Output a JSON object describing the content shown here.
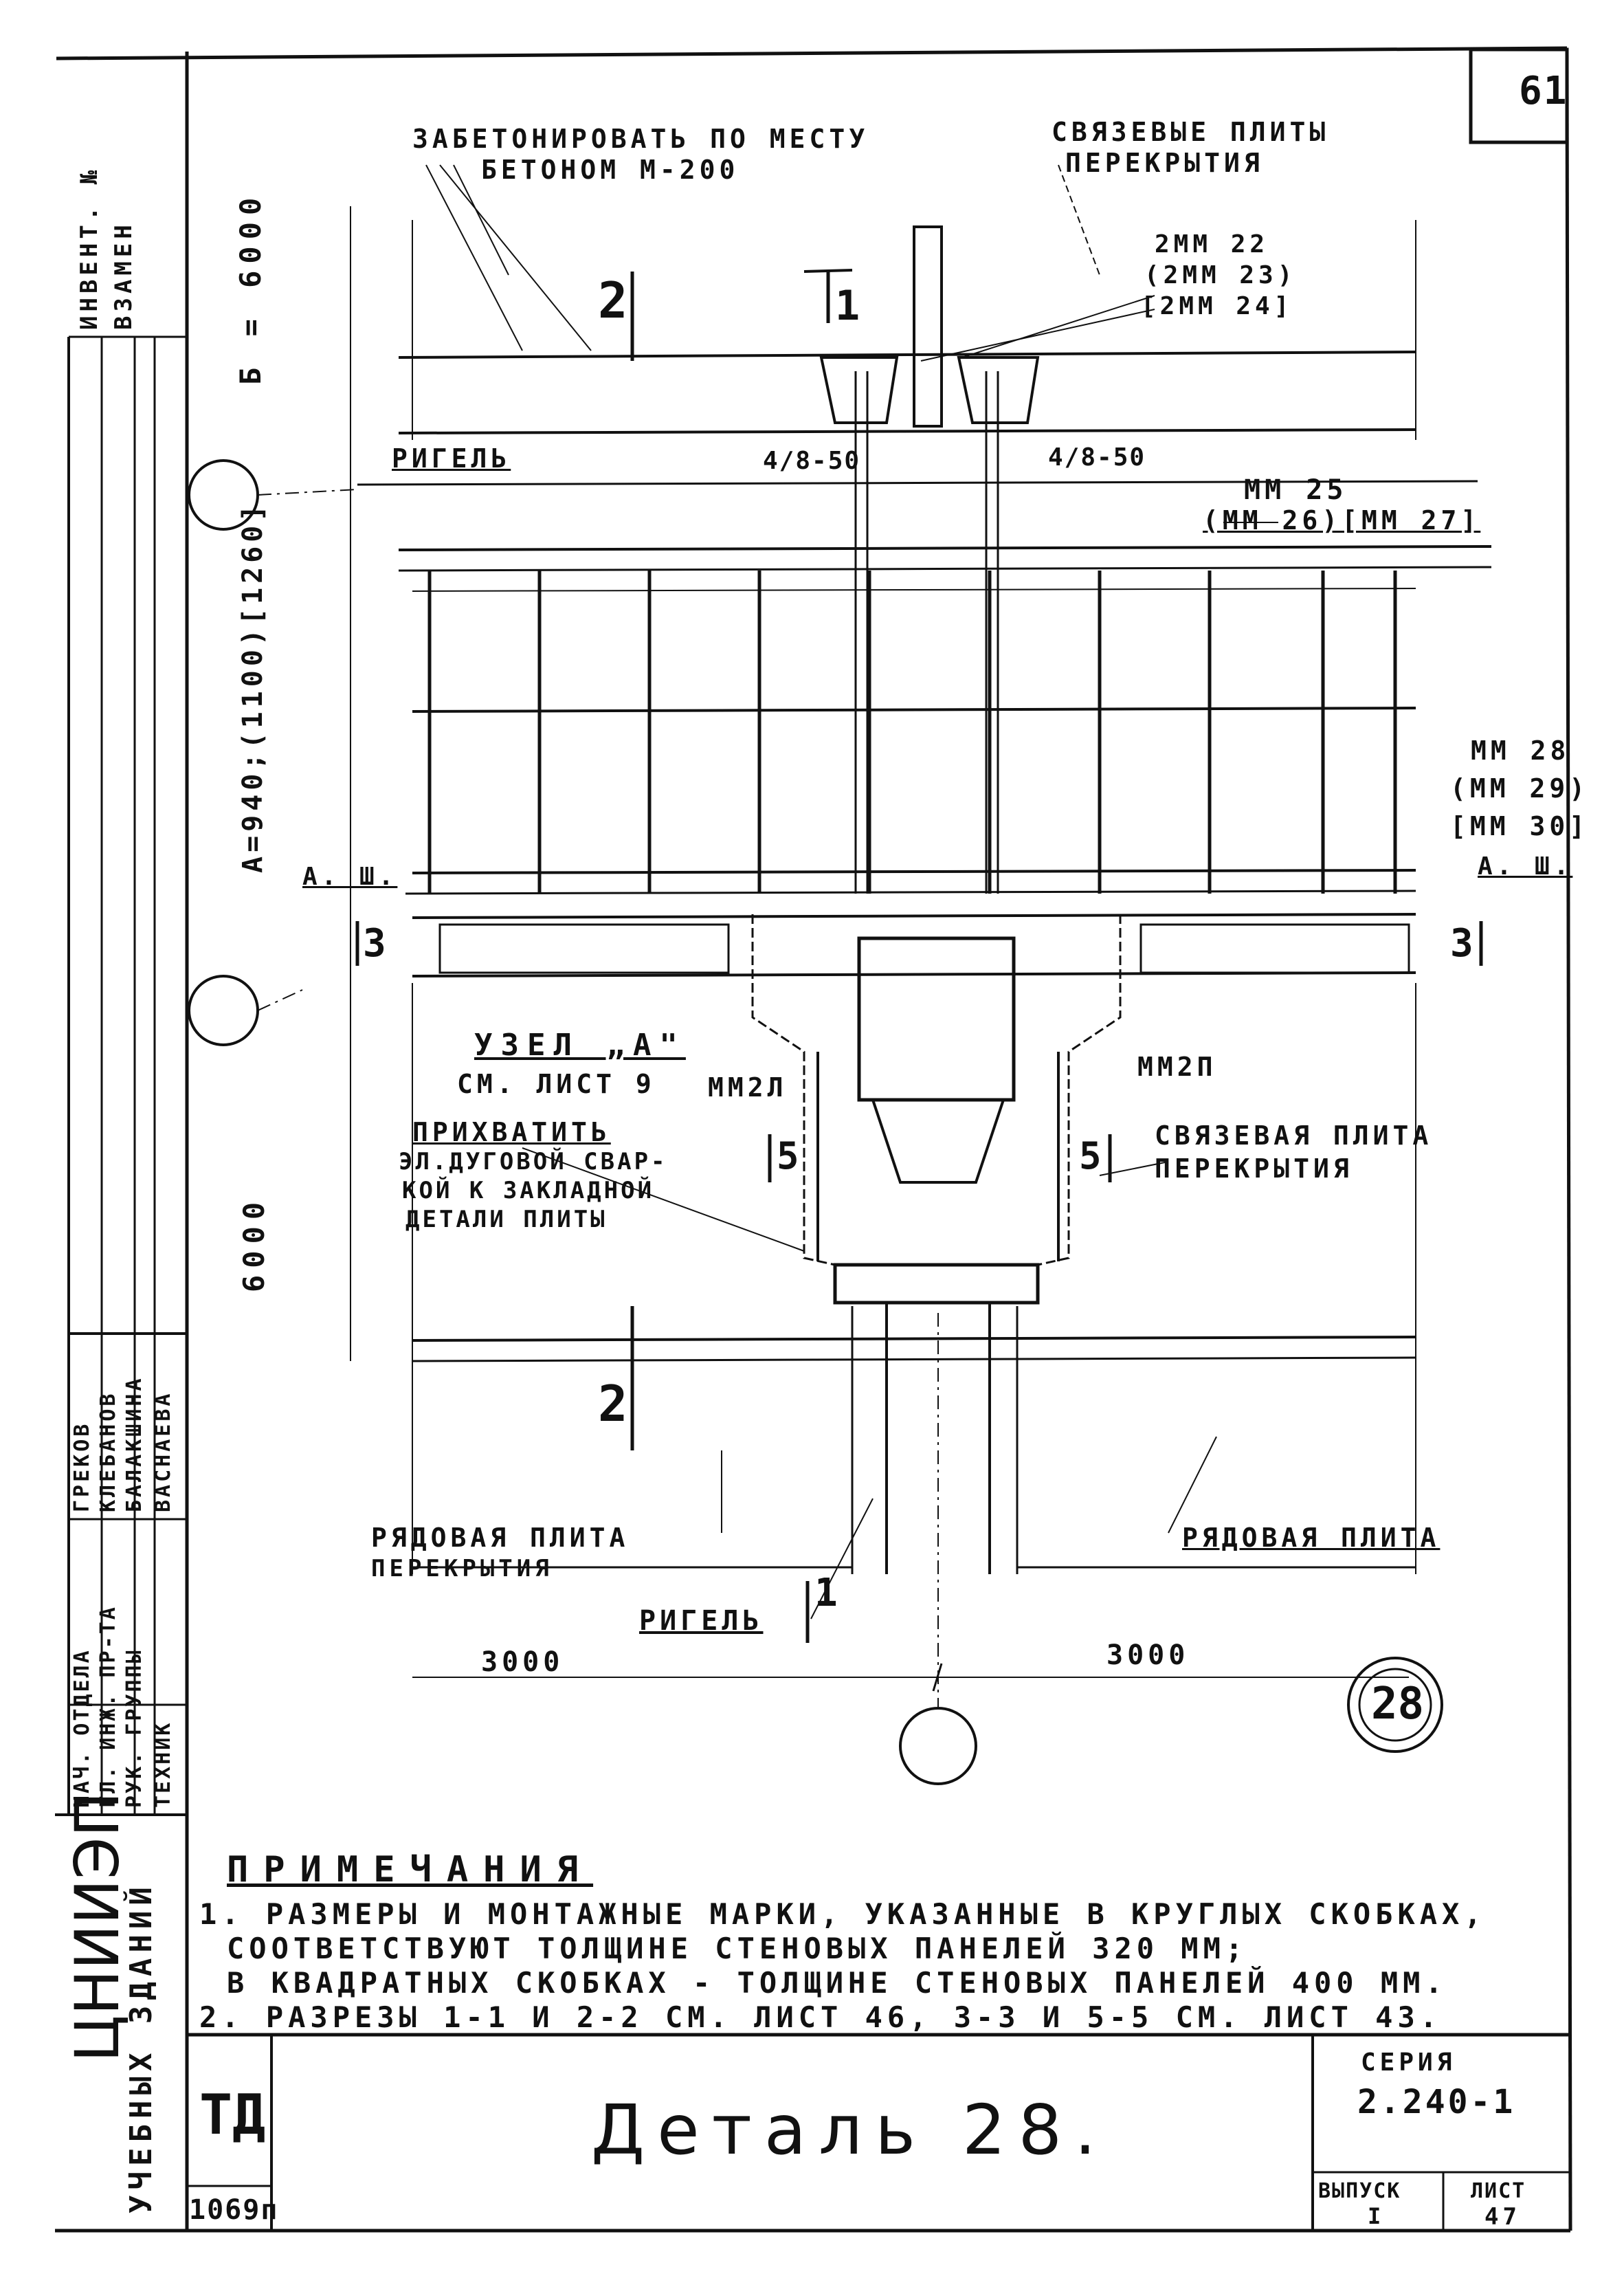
{
  "sheet": {
    "page_number": "61",
    "detail_number": "28",
    "stamp_td": "ТД",
    "stamp_inv": "1069п"
  },
  "labels": {
    "zabetonirovat_1": "ЗАБЕТОНИРОВАТЬ ПО МЕСТУ",
    "zabetonirovat_2": "БЕТОНОМ М-200",
    "svyazevye_1": "СВЯЗЕВЫЕ ПЛИТЫ",
    "svyazevye_2": "ПЕРЕКРЫТИЯ",
    "mark_mm22_a": "2ММ 22",
    "mark_mm22_b": "(2ММ 23)",
    "mark_mm22_c": "[2ММ 24]",
    "section_2_top": "2",
    "section_1_top": "1",
    "rigel_top": "РИГЕЛЬ",
    "frac_left": "4/8-50",
    "frac_right": "4/8-50",
    "mark_mm25_a": "ММ 25",
    "mark_mm25_b": "(ММ 26)[ММ 27]",
    "mark_mm28_a": "ММ 28",
    "mark_mm28_b": "(ММ 29)",
    "mark_mm28_c": "[ММ 30]",
    "dim_a_right": "А. Ш.",
    "dim_a_left": "А. Ш.",
    "section_3_left": "3",
    "section_3_right": "3",
    "uzel_1": "УЗЕЛ „А\"",
    "uzel_2": "СМ. ЛИСТ 9",
    "mm2l": "ММ2Л",
    "mm2p": "ММ2П",
    "prihvatit_1": "ПРИХВАТИТЬ",
    "prihvatit_2": "ЭЛ.ДУГОВОЙ СВАР-",
    "prihvatit_3": "КОЙ К ЗАКЛАДНОЙ",
    "prihvatit_4": "ДЕТАЛИ ПЛИТЫ",
    "section_5_left": "5",
    "section_5_right": "5",
    "svyazevaya_1": "СВЯЗЕВАЯ ПЛИТА",
    "svyazevaya_2": "ПЕРЕКРЫТИЯ",
    "section_2_bottom": "2",
    "ryadovaya_left_1": "РЯДОВАЯ ПЛИТА",
    "ryadovaya_left_2": "ПЕРЕКРЫТИЯ",
    "ryadovaya_right": "РЯДОВАЯ ПЛИТА",
    "rigel_bottom": "РИГЕЛЬ",
    "section_1_bottom": "1",
    "dim_3000_left": "3000",
    "dim_3000_right": "3000",
    "dim_b_6000": "Б = 6000",
    "dim_a_940": "А=940;(1100)[1260]",
    "dim_6000": "6000"
  },
  "notes": {
    "title": "ПРИМЕЧАНИЯ",
    "line1": "1. РАЗМЕРЫ И МОНТАЖНЫЕ МАРКИ, УКАЗАННЫЕ В КРУГЛЫХ СКОБКАХ,",
    "line2": "СООТВЕТСТВУЮТ ТОЛЩИНЕ СТЕНОВЫХ ПАНЕЛЕЙ 320 ММ;",
    "line3": "В КВАДРАТНЫХ СКОБКАХ - ТОЛЩИНЕ СТЕНОВЫХ ПАНЕЛЕЙ 400 ММ.",
    "line4": "2. РАЗРЕЗЫ 1-1 И 2-2 СМ. ЛИСТ 46, 3-3 И 5-5 СМ. ЛИСТ 43."
  },
  "title_block": {
    "title": "Деталь 28.",
    "seria_label": "СЕРИЯ",
    "seria_value": "2.240-1",
    "vypusk_label": "ВЫПУСК",
    "vypusk_value": "I",
    "list_label": "ЛИСТ",
    "list_value": "47"
  },
  "side_stamp": {
    "org_1": "ЦНИИЭП",
    "org_2": "УЧЕБНЫХ ЗДАНИЙ",
    "inv_1": "ИНВЕНТ. №",
    "inv_2": "ВЗАМЕН",
    "roles": [
      "НАЧ. ОТДЕЛА",
      "ГЛ. ИНЖ. ПР-ТА",
      "РУК. ГРУППЫ",
      "ТЕХНИК"
    ],
    "names": [
      "ГРЕКОВ",
      "КЛЕБАНОВ",
      "БАЛАКШИНА",
      "ВАСНАЕВА"
    ]
  }
}
